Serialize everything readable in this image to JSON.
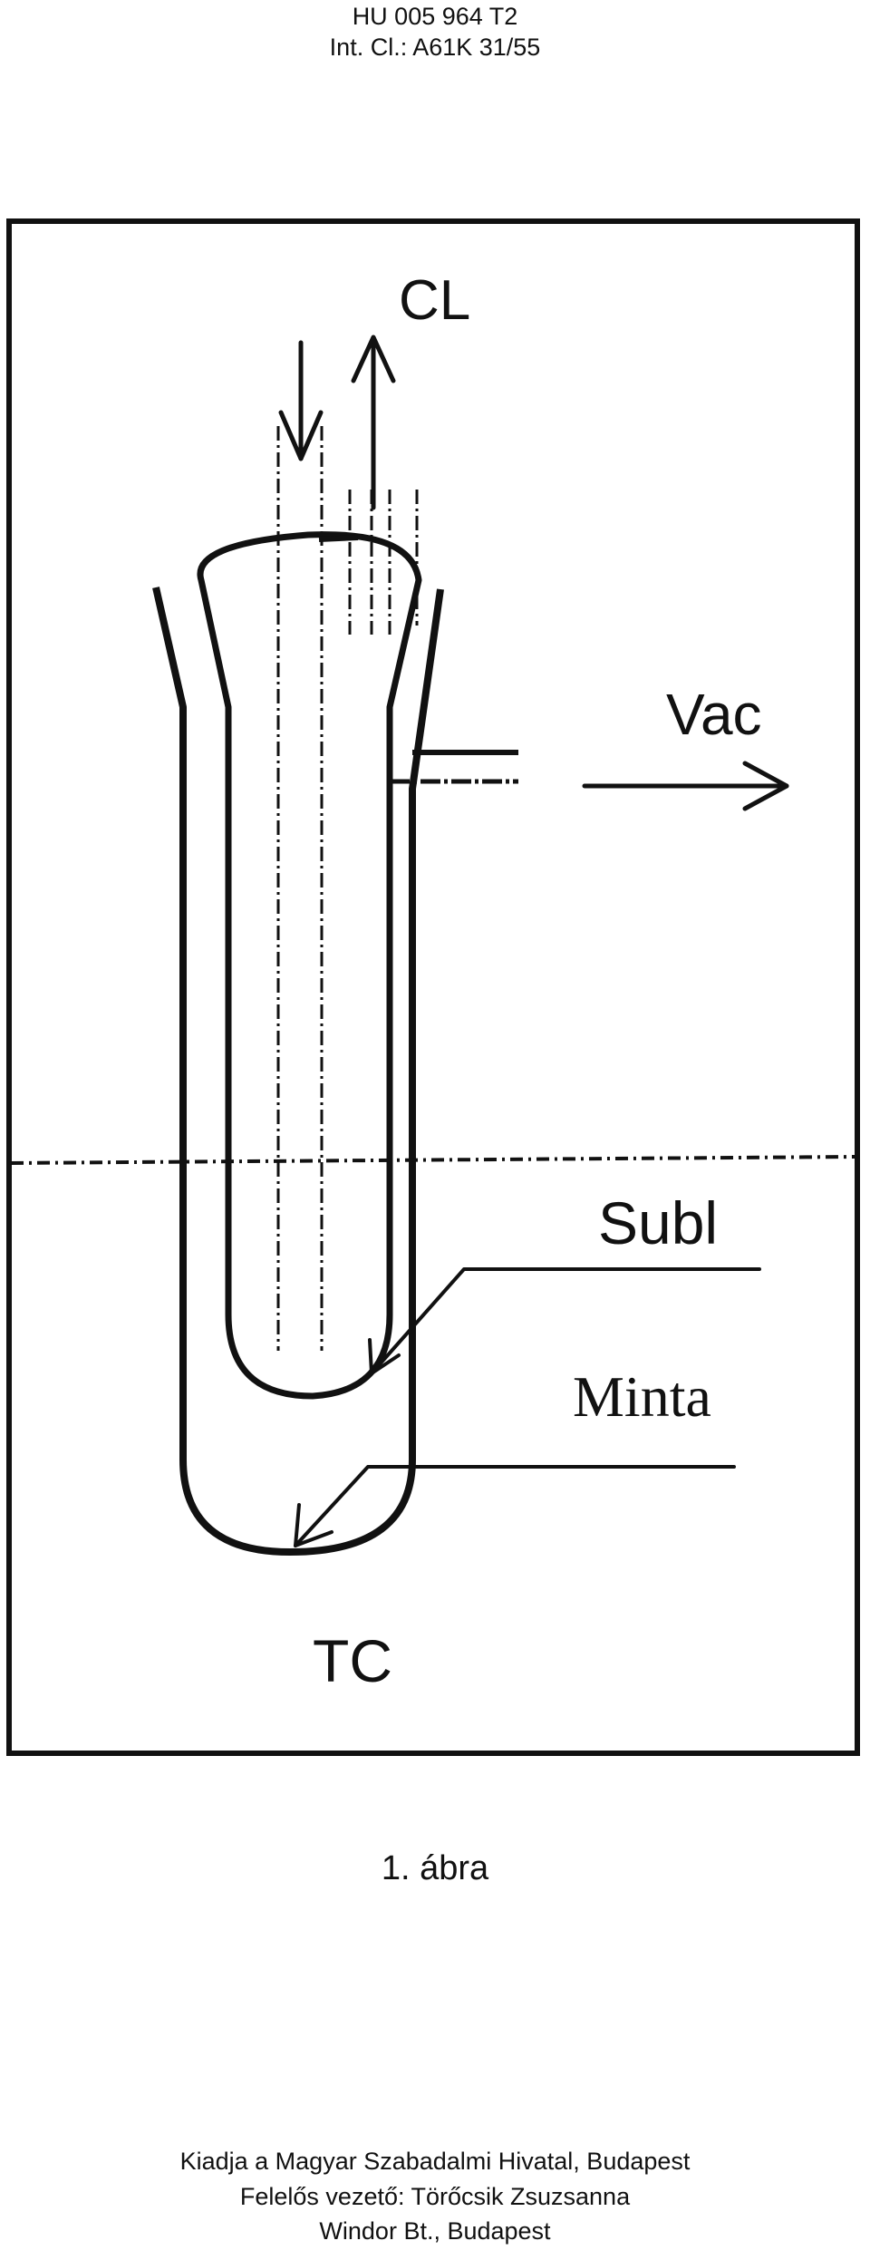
{
  "header": {
    "doc_number": "HU 005 964 T2",
    "classification": "Int. Cl.: A61K 31/55"
  },
  "figure": {
    "labels": {
      "cl": "CL",
      "vac": "Vac",
      "subl": "Subl",
      "minta": "Minta",
      "tc": "TC"
    },
    "caption": "1. ábra"
  },
  "footer": {
    "line1": "Kiadja a Magyar Szabadalmi Hivatal, Budapest",
    "line2": "Felelős vezető: Törőcsik Zsuzsanna",
    "line3": "Windor Bt., Budapest"
  }
}
